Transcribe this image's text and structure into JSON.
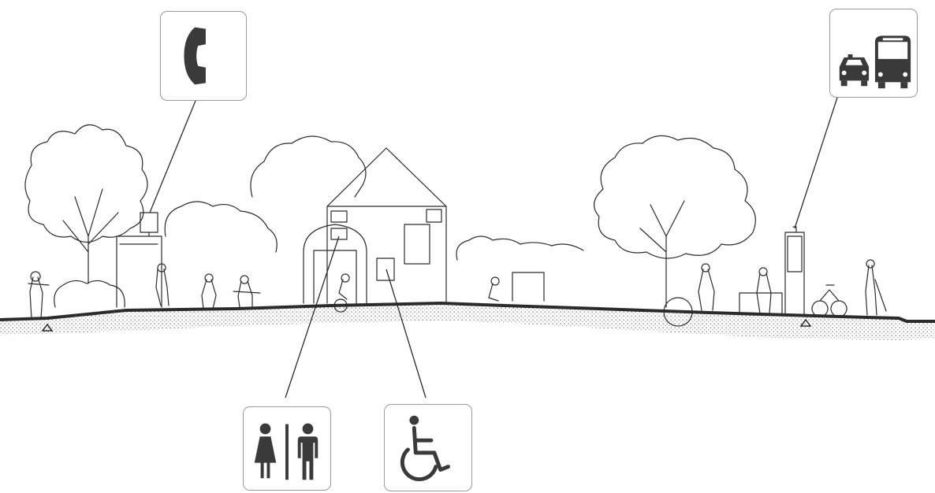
{
  "diagram": {
    "kind": "streetscape-section-sketch",
    "ink_color": "#2b2b2b",
    "ground_fill": "#d9d9d9",
    "sign_border_color": "#9a9a9a",
    "symbols": [
      {
        "id": "telephone",
        "icon": "telephone-handset-icon"
      },
      {
        "id": "transit",
        "icon": "taxi-and-bus-icon"
      },
      {
        "id": "restroom",
        "icon": "restroom-women-men-icon"
      },
      {
        "id": "accessible",
        "icon": "wheelchair-accessible-icon"
      }
    ]
  }
}
